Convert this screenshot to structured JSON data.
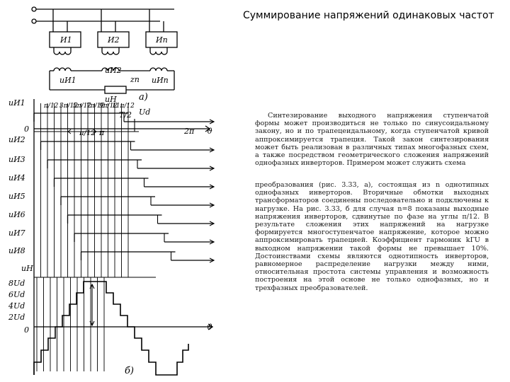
{
  "slide": {
    "title": "Суммирование напряжений одинаковых частот"
  },
  "figure": {
    "label_a": "а)",
    "label_b": "б)",
    "inverters": [
      "И1",
      "И2",
      "Иn"
    ],
    "transformer_labels": [
      "uИ1",
      "uИ2",
      "zn",
      "uИn"
    ],
    "load_label": "uН",
    "angle_labels": [
      "π/12",
      "3π/12",
      "5π/12",
      "7π/12",
      "9π/12",
      "11π/12"
    ],
    "t_half": "T/2",
    "ud": "Ud",
    "two_pi": "2π",
    "pi_12": "π/12",
    "pi": "π",
    "zero": "0",
    "row_labels": [
      "uИ1",
      "uИ2",
      "uИ3",
      "uИ4",
      "uИ5",
      "uИ6",
      "uИ7",
      "uИ8",
      "uН"
    ],
    "level_labels": [
      "8Ud",
      "6Ud",
      "4Ud",
      "2Ud",
      "0"
    ],
    "axis_symbol": "ϑ"
  },
  "text": {
    "para1": "Синтезирование выходного напряжения ступенчатой формы может производиться не только по синусоидальному закону, но и по трапецеидальному, когда ступенчатой кривой аппроксимируется трапеция. Такой закон синтезирования может быть реализован в различных типах многофазных схем, а также посредством геометрического сложения напряжений однофазных инверторов. Примером может служить схема",
    "para2": "преобразования (рис. 3.33, а), состоящая из n однотипных однофазных инверторов. Вторичные обмотки выходных трансформаторов соединены последовательно и подключены к нагрузке. На рис. 3.33, б для случая n=8 показаны выходные напряжения инверторов, сдвинутые по фазе на углы π/12. В результате сложения этих напряжений на нагрузке формируется многоступенчатое напряжение, которое можно аппроксимировать трапецией. Коэффициент гармоник kГU в выходном напряжении такой формы не превышает 10%. Достоинствами схемы являются однотипность инверторов, равномерное распределение нагрузки между ними, относительная простота системы управления и возможность построения на этой основе не только однофазных, но и трехфазных преобразователей."
  }
}
